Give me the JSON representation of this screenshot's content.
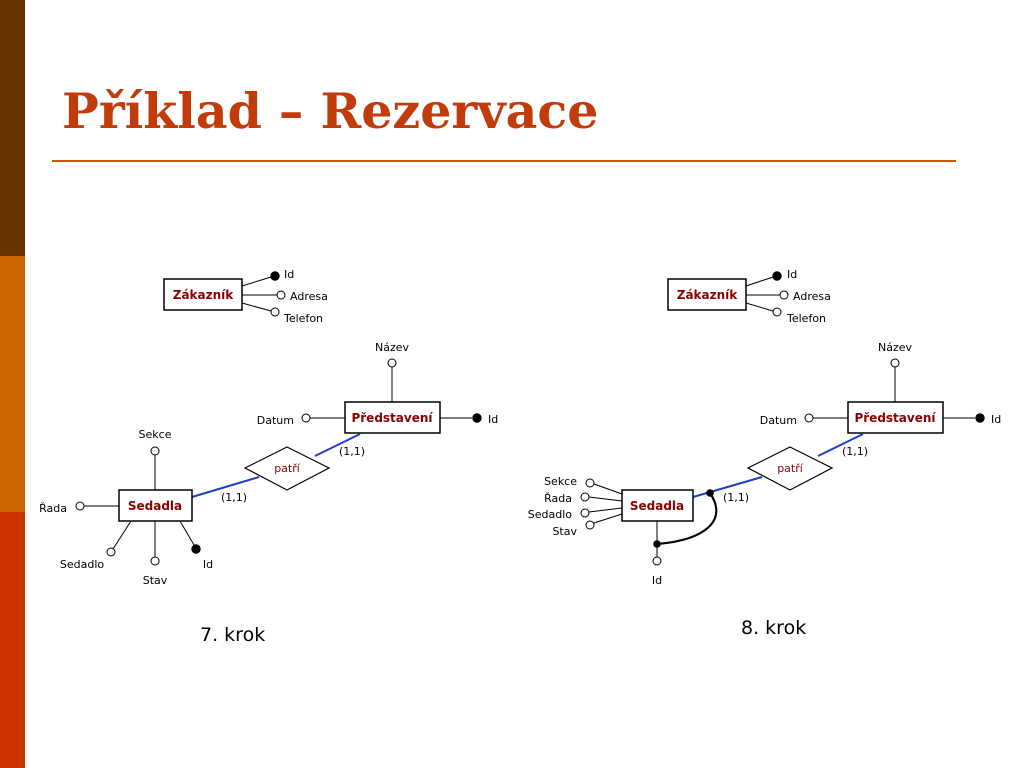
{
  "slide": {
    "title": "Příklad – Rezervace",
    "colors": {
      "title": "#c13b0b",
      "sidebar": [
        "#663300",
        "#cc6600",
        "#cc3300"
      ],
      "entity_label": "#8b0000",
      "relationship_line": "#1f3fbf"
    }
  },
  "diagrams": [
    {
      "caption": "7. krok",
      "entities": {
        "zakaznik": "Zákazník",
        "predstaveni": "Představení",
        "sedadla": "Sedadla"
      },
      "relationship": "patří",
      "cardinalities": [
        "(1,1)",
        "(1,1)"
      ],
      "attributes": {
        "zakaznik": [
          "Id",
          "Adresa",
          "Telefon"
        ],
        "predstaveni": [
          "Název",
          "Datum",
          "Id"
        ],
        "sedadla": [
          "Sekce",
          "Řada",
          "Sedadlo",
          "Stav",
          "Id"
        ]
      }
    },
    {
      "caption": "8. krok",
      "entities": {
        "zakaznik": "Zákazník",
        "predstaveni": "Představení",
        "sedadla": "Sedadla"
      },
      "relationship": "patří",
      "cardinalities": [
        "(1,1)",
        "(1,1)"
      ],
      "attributes": {
        "zakaznik": [
          "Id",
          "Adresa",
          "Telefon"
        ],
        "predstaveni": [
          "Název",
          "Datum",
          "Id"
        ],
        "sedadla": [
          "Sekce",
          "Řada",
          "Sedadlo",
          "Stav",
          "Id"
        ]
      }
    }
  ]
}
